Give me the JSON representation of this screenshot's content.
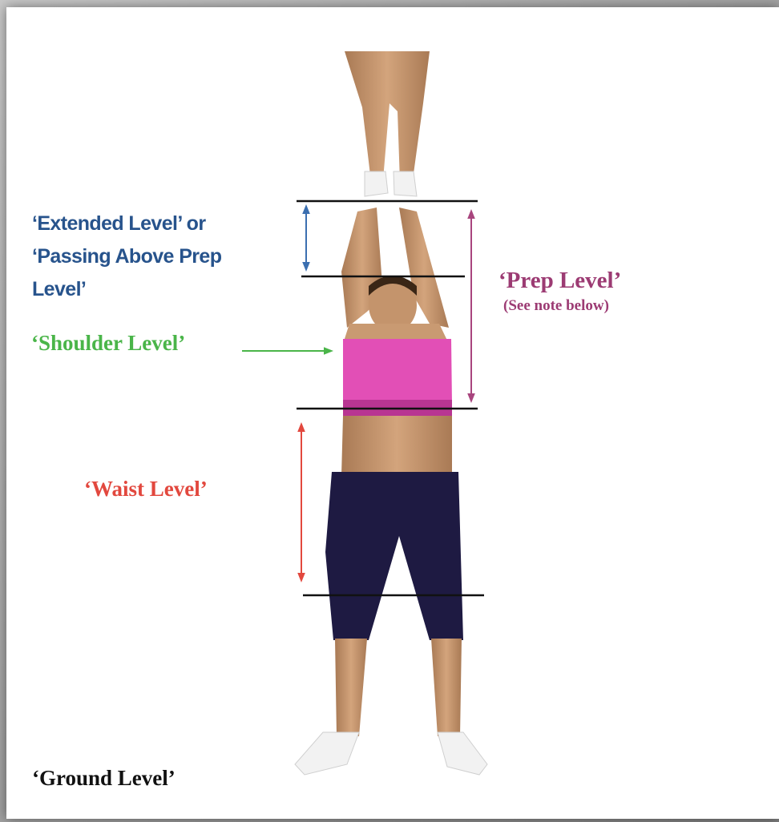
{
  "labels": {
    "extended": "‘Extended Level’ or ‘Passing Above Prep Level’",
    "shoulder": "‘Shoulder Level’",
    "waist": "‘Waist Level’",
    "prep": "‘Prep Level’",
    "prep_note": "(See note below)",
    "ground": "‘Ground Level’"
  },
  "colors": {
    "extended": "#27538c",
    "shoulder": "#4ab549",
    "waist": "#e2483e",
    "prep": "#9c3b73",
    "ground": "#111111",
    "level_line": "#111111",
    "top_color": "#e24fb6",
    "pants_color": "#1e1a42",
    "skin_color": "#c99a72"
  },
  "figure": {
    "description_icon": "cheerleader-stunt-figure"
  }
}
